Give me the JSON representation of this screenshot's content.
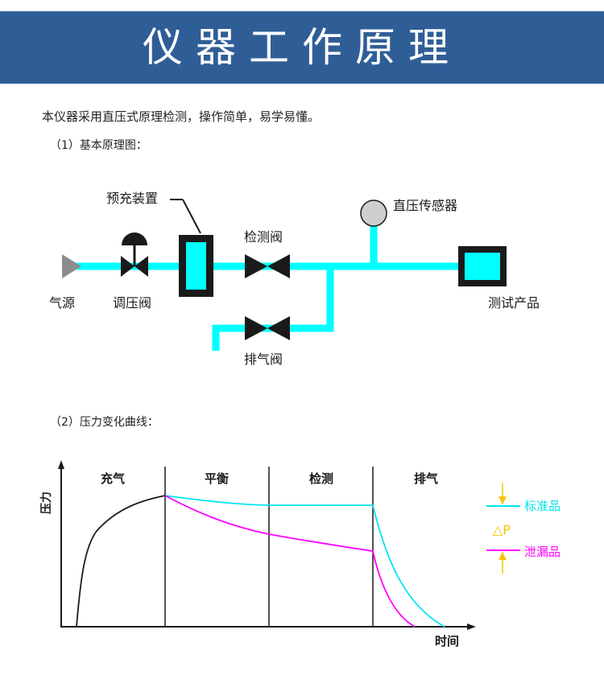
{
  "header": {
    "title": "仪器工作原理"
  },
  "intro": "本仪器采用直压式原理检测，操作简单，易学易懂。",
  "section1": {
    "heading": "（1）基本原理图：",
    "labels": {
      "precharge": "预充装置",
      "sensor": "直压传感器",
      "test_valve": "检测阀",
      "source": "气源",
      "regulator": "调压阀",
      "product": "测试产品",
      "exhaust_valve": "排气阀"
    }
  },
  "section2": {
    "heading": "（2）压力变化曲线：",
    "chart": {
      "ylabel": "压力",
      "xlabel": "时间",
      "phases": [
        "充气",
        "平衡",
        "检测",
        "排气"
      ],
      "legend": {
        "standard": "标准品",
        "delta": "△P",
        "leak": "泄漏品"
      }
    }
  },
  "colors": {
    "banner": "#2f5e97",
    "pipe": "#00ffff",
    "standard": "#00e5f0",
    "leak": "#ff00ff",
    "legend_arrow": "#f5c400"
  }
}
